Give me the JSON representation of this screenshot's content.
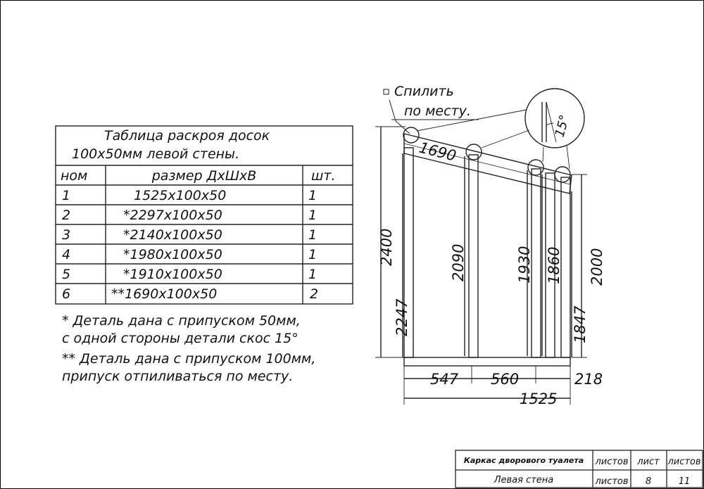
{
  "table": {
    "title_line1": "Таблица раскроя досок",
    "title_line2": "100x50мм левой стены.",
    "headers": [
      "ном",
      "размер ДхШхВ",
      "шт."
    ],
    "rows": [
      [
        "1",
        "1525x100x50",
        "1"
      ],
      [
        "2",
        "*2297x100x50",
        "1"
      ],
      [
        "3",
        "*2140x100x50",
        "1"
      ],
      [
        "4",
        "*1980x100x50",
        "1"
      ],
      [
        "5",
        "*1910x100x50",
        "1"
      ],
      [
        "6",
        "**1690x100x50",
        "2"
      ]
    ]
  },
  "notes": {
    "note1_line1": "* Деталь дана с припуском 50мм,",
    "note1_line2": "с одной стороны детали скос 15°",
    "note2_line1": "** Деталь дана с припуском 100мм,",
    "note2_line2": "припуск отпиливаться по месту."
  },
  "drawing": {
    "cut_note_line1": "Спилить",
    "cut_note_line2": "по месту.",
    "angle_label": "15°",
    "dims": {
      "top_beam": "1690",
      "overall_height": "2400",
      "inner_height": "2247",
      "post2": "2090",
      "post3": "1930",
      "post4": "1860",
      "right_post": "2000",
      "right_lower": "1847",
      "span1": "547",
      "span2": "560",
      "span3": "218",
      "total_width": "1525"
    }
  },
  "title_block": {
    "title": "Каркас дворового туалета",
    "subtitle": "Левая стена",
    "col1_label": "листов",
    "col2_label": "лист",
    "col3_label": "листов",
    "row2_col1": "листов",
    "sheet_no": "8",
    "sheet_total": "11"
  }
}
